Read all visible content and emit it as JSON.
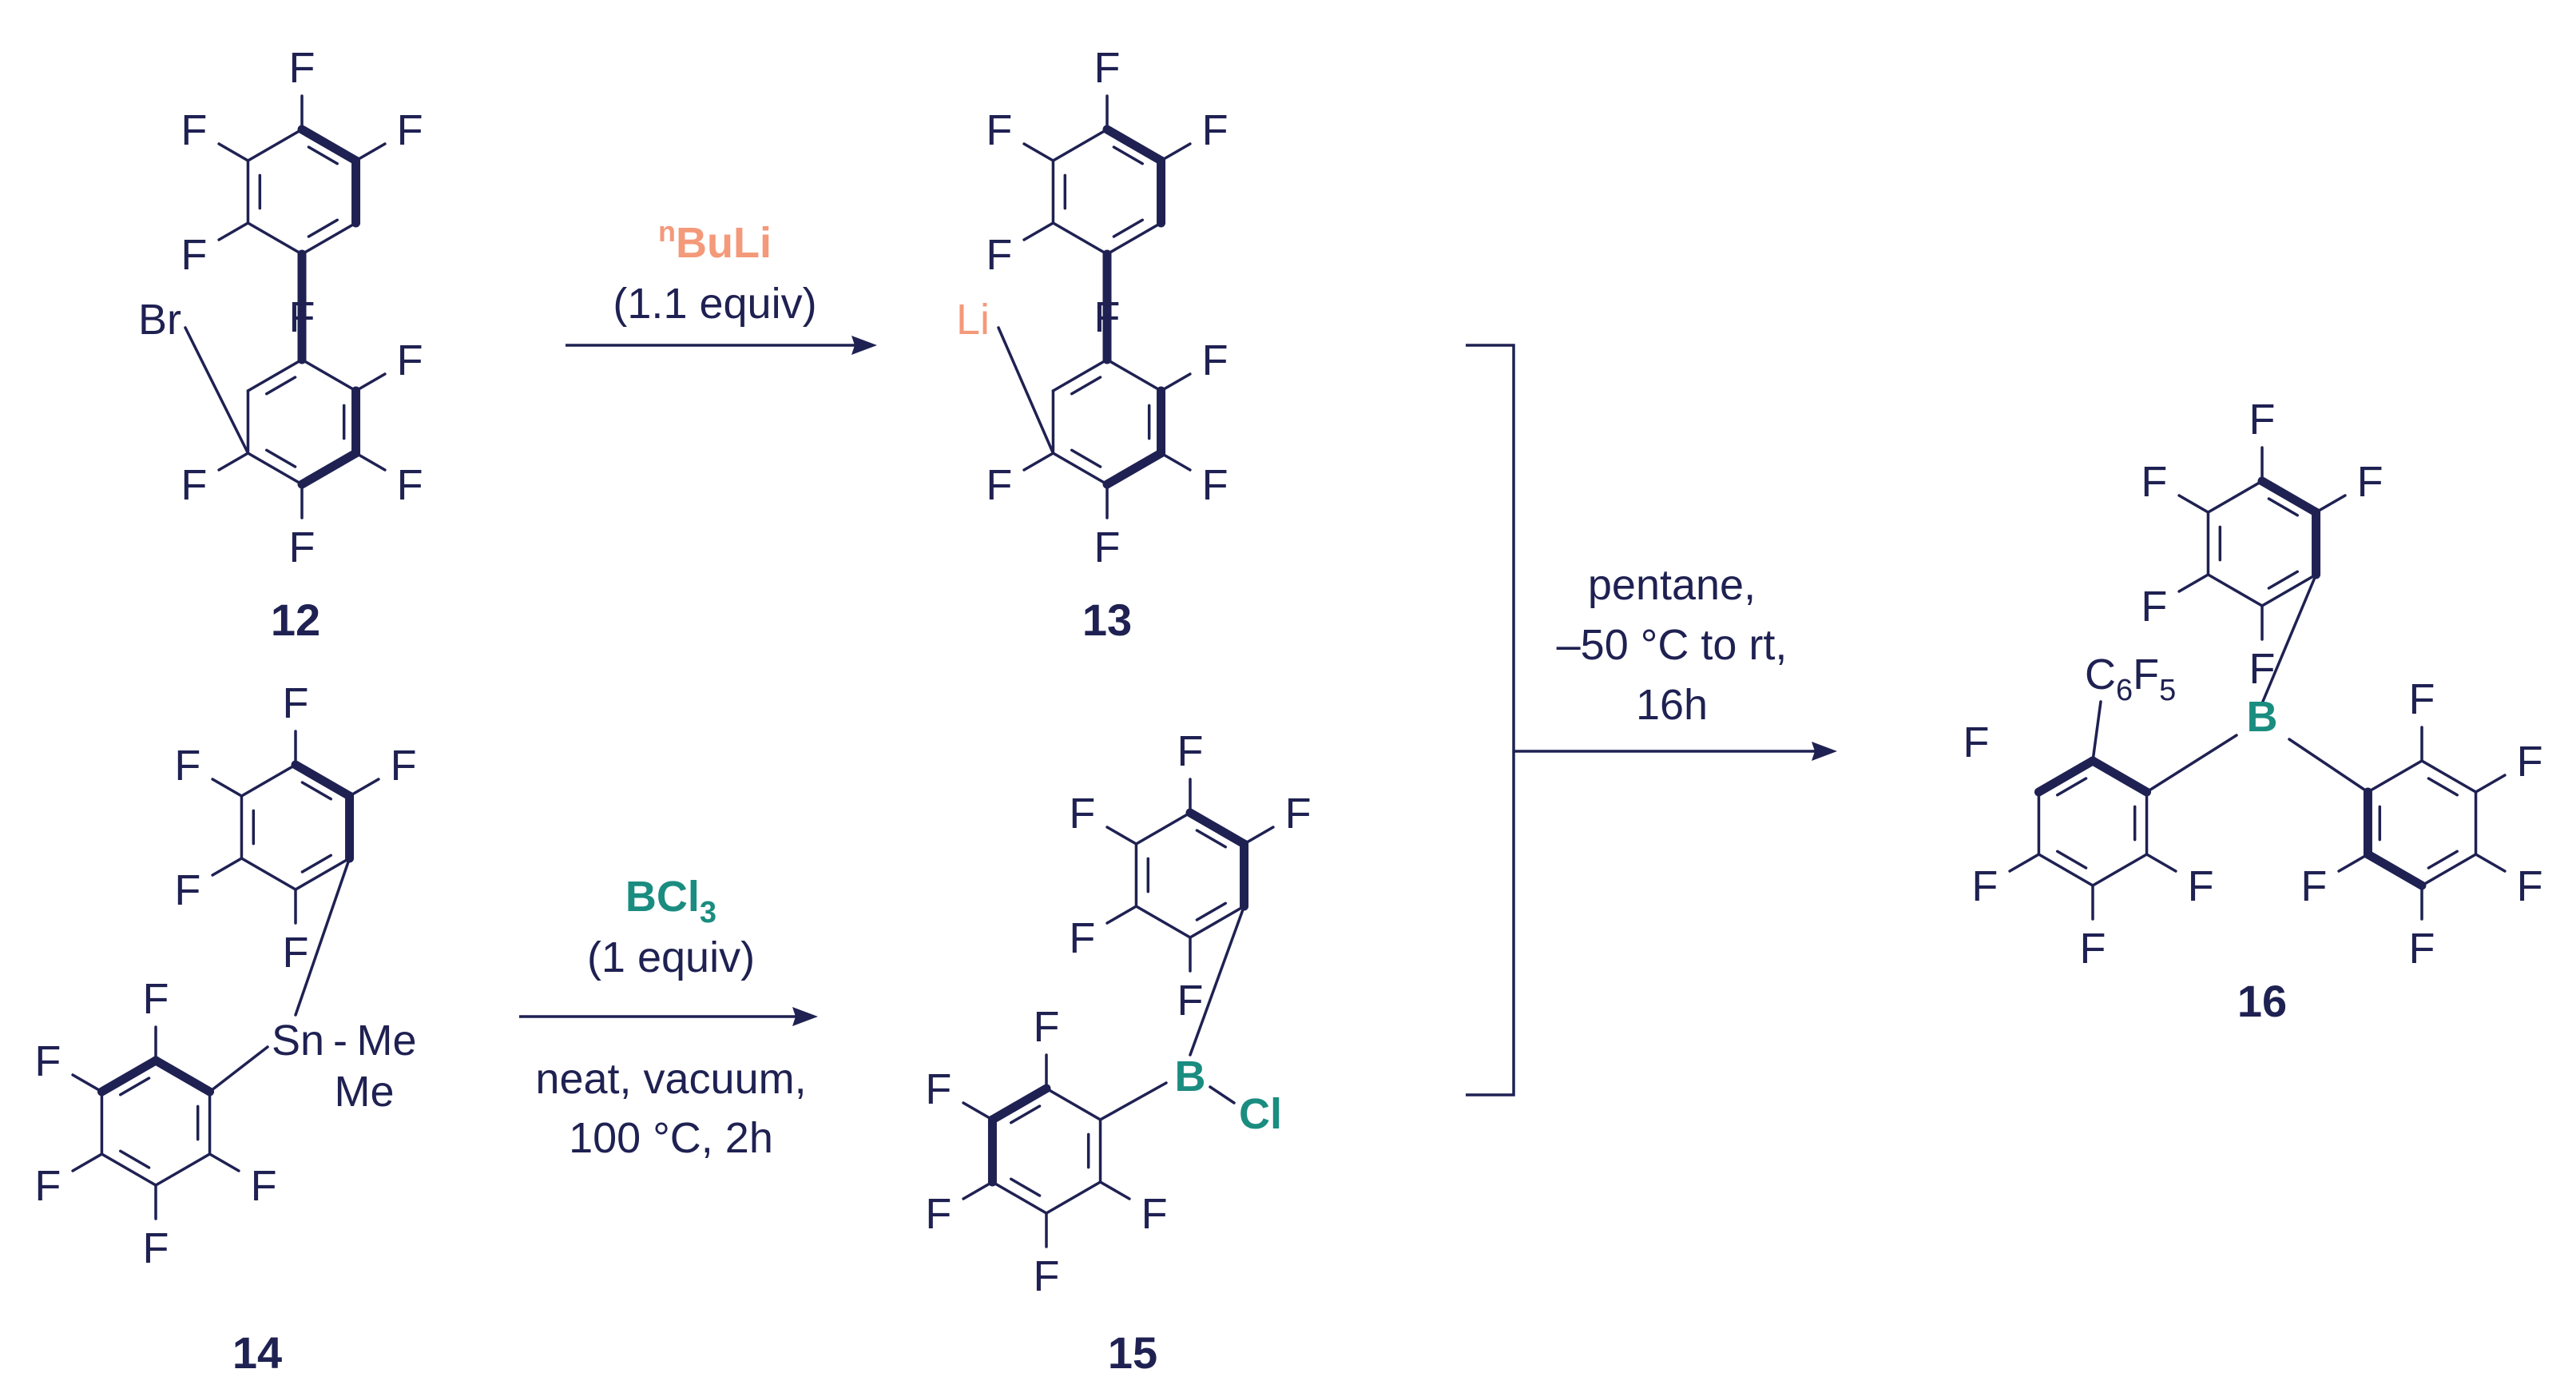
{
  "colors": {
    "ink": "#1f2152",
    "nbuli": "#f4997a",
    "boron": "#1a8c80"
  },
  "compounds": {
    "c12": {
      "label": "12",
      "substituent": "Br"
    },
    "c13": {
      "label": "13",
      "substituent": "Li"
    },
    "c14": {
      "label": "14",
      "sn": "Sn",
      "me1": "Me",
      "me2": "Me"
    },
    "c15": {
      "label": "15",
      "boron": "B",
      "chlorine": "Cl"
    },
    "c16": {
      "label": "16",
      "boron": "B",
      "c6f5_c": "C",
      "c6f5_sub6": "6",
      "c6f5_f": "F",
      "c6f5_sub5": "5"
    }
  },
  "atoms": {
    "fluorine": "F"
  },
  "arrows": {
    "step1": {
      "reagent_prefix": "n",
      "reagent": "BuLi",
      "equiv": "(1.1 equiv)"
    },
    "step2": {
      "reagent": "BCl",
      "reagent_sub": "3",
      "equiv": "(1 equiv)",
      "cond1": "neat, vacuum,",
      "cond2": "100 °C, 2h"
    },
    "step3": {
      "cond1": "pentane,",
      "cond2": "–50 °C to rt,",
      "cond3": "16h"
    }
  }
}
